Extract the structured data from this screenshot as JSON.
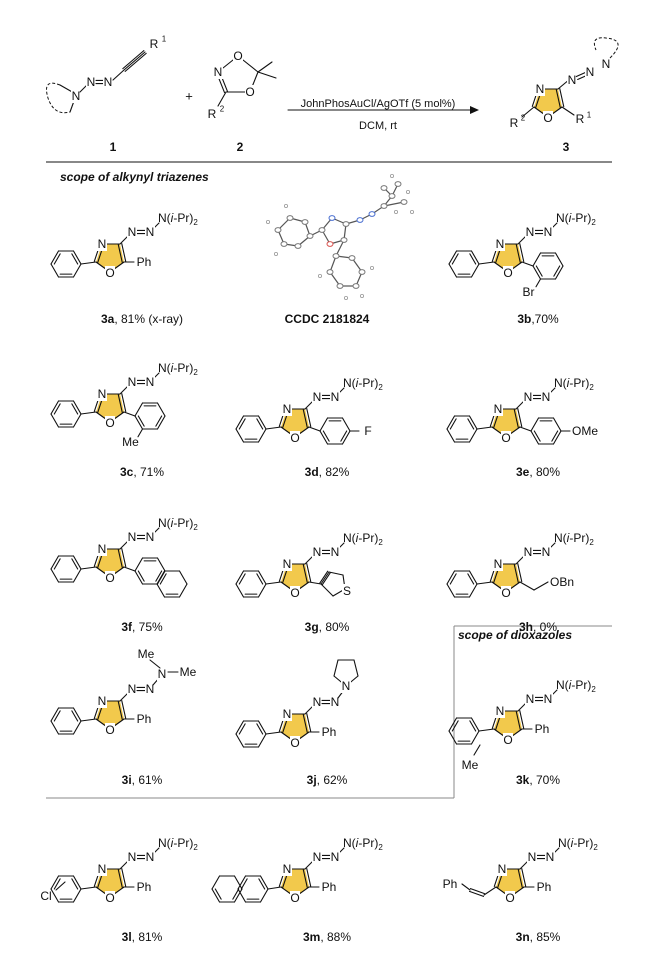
{
  "scheme": {
    "reagent_1": {
      "number": "1",
      "substituent": "1"
    },
    "reagent_2": {
      "number": "2",
      "substituent": "2"
    },
    "product": {
      "number": "3"
    },
    "plus": "+",
    "conditions_line1": "JohnPhosAuCl/AgOTf (5 mol%)",
    "conditions_line2": "DCM, rt",
    "atoms": {
      "N": "N",
      "O": "O",
      "R": "R"
    }
  },
  "sections": {
    "alkynyl": "scope of alkynyl triazenes",
    "dioxazoles": "scope of dioxazoles"
  },
  "crystal_label": "CCDC 2181824",
  "groups": {
    "NiPr2_main": "N(",
    "NiPr2_ital": "i",
    "NiPr2_tail": "-Pr)",
    "NiPr2_sub": "2",
    "Ph": "Ph",
    "Br": "Br",
    "Me": "Me",
    "F": "F",
    "OMe": "OMe",
    "OBn": "OBn",
    "S": "S",
    "Cl": "Cl"
  },
  "compounds": [
    {
      "id": "3a",
      "text": ", 81% (x-ray)"
    },
    {
      "id": "3b",
      "text": ",70%"
    },
    {
      "id": "3c",
      "text": ", 71%"
    },
    {
      "id": "3d",
      "text": ", 82%"
    },
    {
      "id": "3e",
      "text": ", 80%"
    },
    {
      "id": "3f",
      "text": ", 75%"
    },
    {
      "id": "3g",
      "text": ", 80%"
    },
    {
      "id": "3h",
      "text": ", 0%"
    },
    {
      "id": "3i",
      "text": ", 61%"
    },
    {
      "id": "3j",
      "text": ", 62%"
    },
    {
      "id": "3k",
      "text": ", 70%"
    },
    {
      "id": "3l",
      "text": ", 81%"
    },
    {
      "id": "3m",
      "text": ", 88%"
    },
    {
      "id": "3n",
      "text": ", 85%"
    }
  ],
  "colors": {
    "oxazole_fill": "#f2c94c",
    "rule": "#888888",
    "ink": "#111111"
  }
}
